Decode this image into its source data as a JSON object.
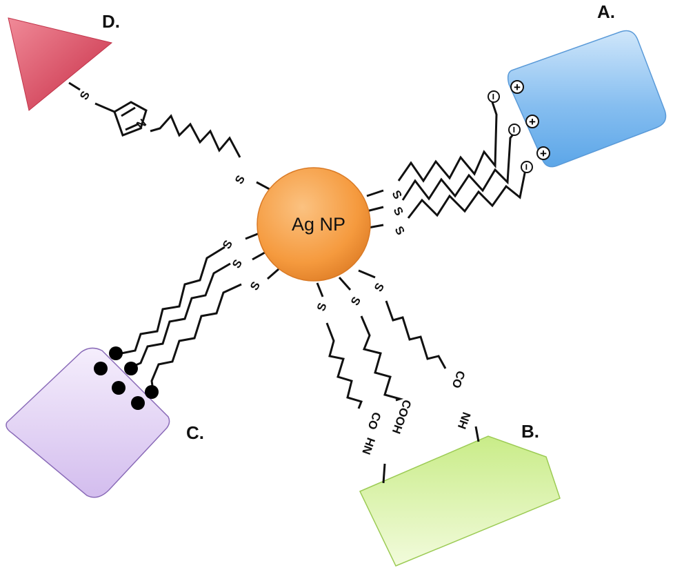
{
  "center": {
    "label": "Ag NP",
    "color": "#F5A04A"
  },
  "labels": {
    "a": "A.",
    "b": "B.",
    "c": "C.",
    "d": "D."
  },
  "atoms": {
    "sulfur": "S",
    "nitrogen": "N",
    "amide_nh": "NH",
    "carbonyl": "CO",
    "carboxyl": "COOH",
    "plus": "+",
    "minus": "−"
  },
  "colors": {
    "a_block": "#6AAEEA",
    "b_block": "#D9F2A6",
    "c_block": "#E2D2F4",
    "d_triangle": "#E24E63"
  }
}
